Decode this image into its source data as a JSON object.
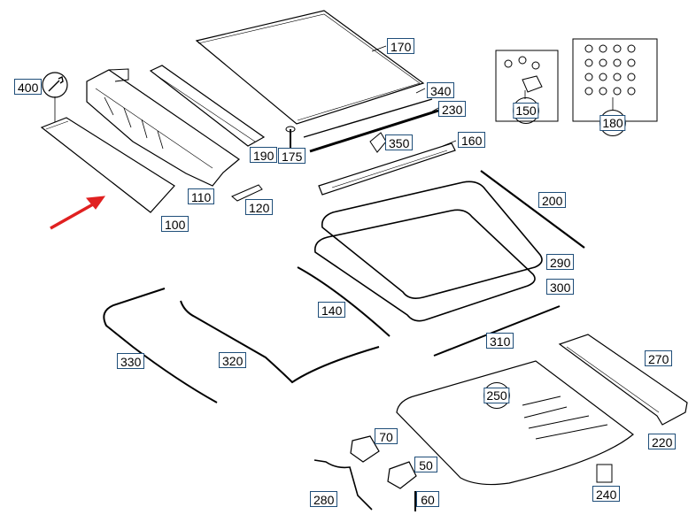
{
  "callouts": {
    "c400": "400",
    "c100": "100",
    "c110": "110",
    "c120": "120",
    "c170": "170",
    "c175": "175",
    "c190": "190",
    "c340": "340",
    "c230": "230",
    "c350": "350",
    "c160": "160",
    "c150": "150",
    "c180": "180",
    "c200": "200",
    "c290": "290",
    "c300": "300",
    "c140": "140",
    "c310": "310",
    "c330": "330",
    "c320": "320",
    "c250": "250",
    "c270": "270",
    "c220": "220",
    "c70": "70",
    "c50": "50",
    "c60": "60",
    "c280": "280",
    "c240": "240"
  },
  "colors": {
    "line": "#000000",
    "callout_border": "#1f4e79",
    "arrow": "#e02020"
  },
  "icons": {
    "wrench": "wrench-icon",
    "arrow": "red-arrow"
  }
}
